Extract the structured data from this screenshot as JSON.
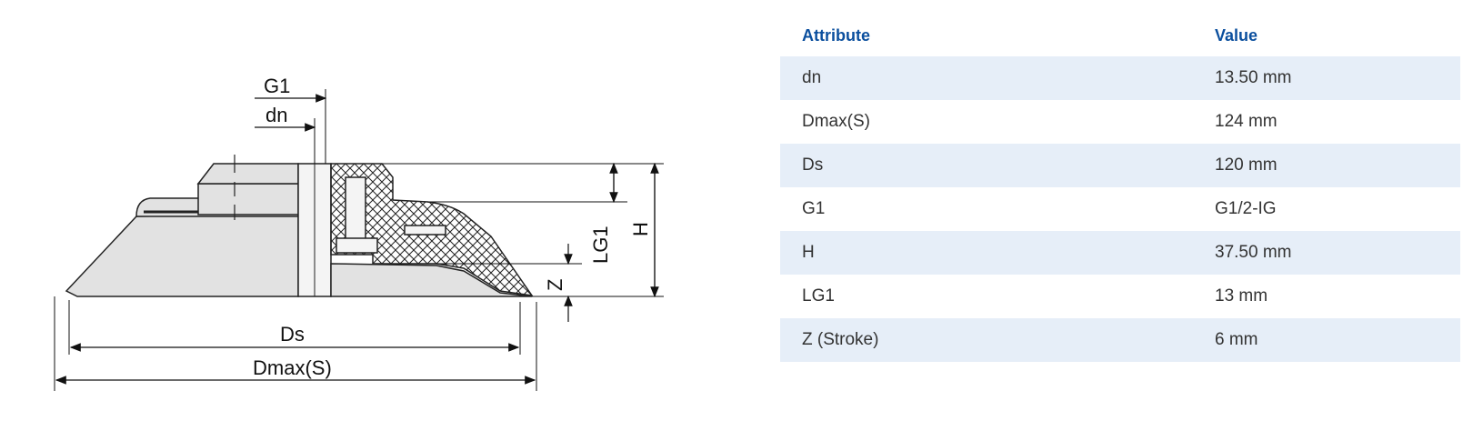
{
  "diagram": {
    "labels": {
      "g1": "G1",
      "dn": "dn",
      "ds": "Ds",
      "dmax": "Dmax(S)",
      "lg1": "LG1",
      "h": "H",
      "z": "Z"
    }
  },
  "table": {
    "headers": {
      "attribute": "Attribute",
      "value": "Value"
    },
    "rows": [
      {
        "attribute": "dn",
        "value": "13.50 mm"
      },
      {
        "attribute": "Dmax(S)",
        "value": "124 mm"
      },
      {
        "attribute": "Ds",
        "value": "120 mm"
      },
      {
        "attribute": "G1",
        "value": "G1/2-IG"
      },
      {
        "attribute": "H",
        "value": "37.50 mm"
      },
      {
        "attribute": "LG1",
        "value": "13 mm"
      },
      {
        "attribute": "Z (Stroke)",
        "value": "6 mm"
      }
    ]
  },
  "colors": {
    "header_text": "#0b4f9e",
    "row_alt_bg": "#e6eef8",
    "part_fill": "#e2e2e2",
    "line": "#222222"
  }
}
